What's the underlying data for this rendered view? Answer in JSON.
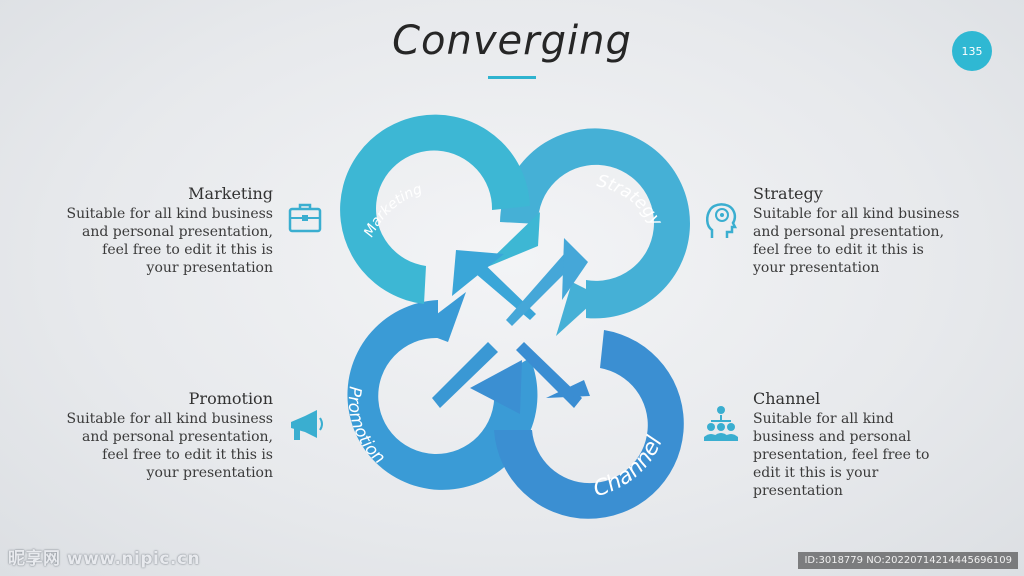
{
  "title": "Converging",
  "page_number": "135",
  "colors": {
    "accent": "#2fb3cf",
    "marketing": "#3db7d4",
    "strategy": "#45b0d6",
    "promotion": "#3a9bd6",
    "channel": "#3b8fd2",
    "icon": "#3aaed0"
  },
  "diagram": {
    "labels": {
      "marketing": "Marketing",
      "strategy": "Strategy",
      "promotion": "Promotion",
      "channel": "Channel"
    }
  },
  "sections": {
    "marketing": {
      "icon": "briefcase-icon",
      "heading": "Marketing",
      "lines": [
        "Suitable for all kind business",
        "and personal presentation,",
        "feel free to edit it this is",
        "your presentation"
      ]
    },
    "strategy": {
      "icon": "head-brain-icon",
      "heading": "Strategy",
      "lines": [
        "Suitable for all kind business",
        "and personal presentation,",
        "feel free to edit it this is",
        "your presentation"
      ]
    },
    "promotion": {
      "icon": "megaphone-icon",
      "heading": "Promotion",
      "lines": [
        "Suitable for all kind business",
        "and personal presentation,",
        "feel free to edit it this is",
        "your presentation"
      ]
    },
    "channel": {
      "icon": "team-icon",
      "heading": "Channel",
      "lines": [
        "Suitable for all kind",
        "business and personal",
        "presentation, feel free to",
        "edit it this is your",
        "presentation"
      ]
    }
  },
  "watermark": {
    "logo_text": "昵享网 www.nipic.cn",
    "id_text": "ID:3018779 NO:20220714214445696109"
  }
}
